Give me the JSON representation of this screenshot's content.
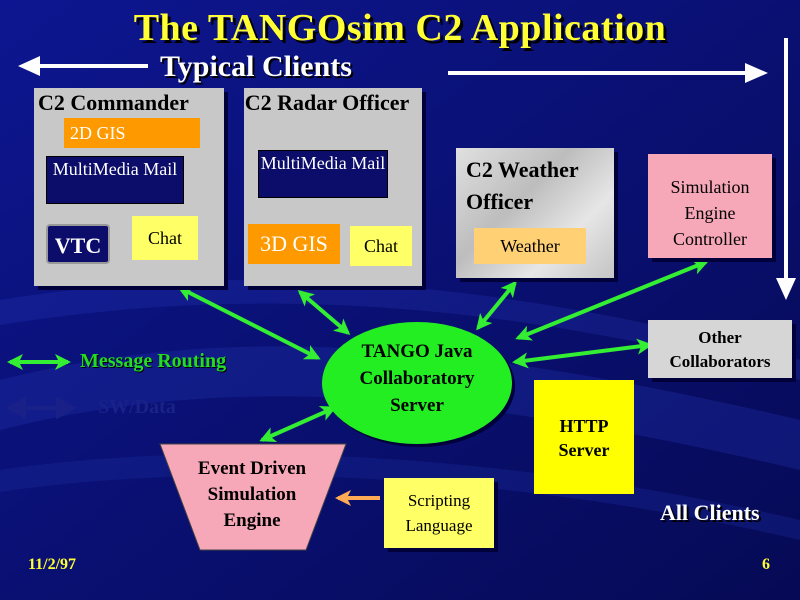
{
  "title": "The TANGOsim C2 Application",
  "subtitle": "Typical Clients",
  "clients": {
    "commander": {
      "title": "C2 Commander",
      "gis": "2D GIS",
      "mail": "MultiMedia Mail",
      "vtc": "VTC",
      "chat": "Chat"
    },
    "radar": {
      "title": "C2 Radar Officer",
      "mail": "MultiMedia Mail",
      "gis": "3D GIS",
      "chat": "Chat"
    },
    "weather": {
      "title": "C2 Weather Officer",
      "module": "Weather"
    },
    "sim_controller": "Simulation Engine Controller"
  },
  "server": "TANGO Java Collaboratory Server",
  "other": "Other Collaborators",
  "http": "HTTP Server",
  "engine": "Event Driven Simulation Engine",
  "scripting": "Scripting Language",
  "legend": {
    "routing": "Message Routing",
    "faded": "SW/Data"
  },
  "all_clients": "All Clients",
  "date": "11/2/97",
  "page": "6",
  "colors": {
    "title": "#ffff33",
    "arrow_green": "#33ee33",
    "server_green": "#22ee22",
    "background": "#0a0f6e"
  }
}
